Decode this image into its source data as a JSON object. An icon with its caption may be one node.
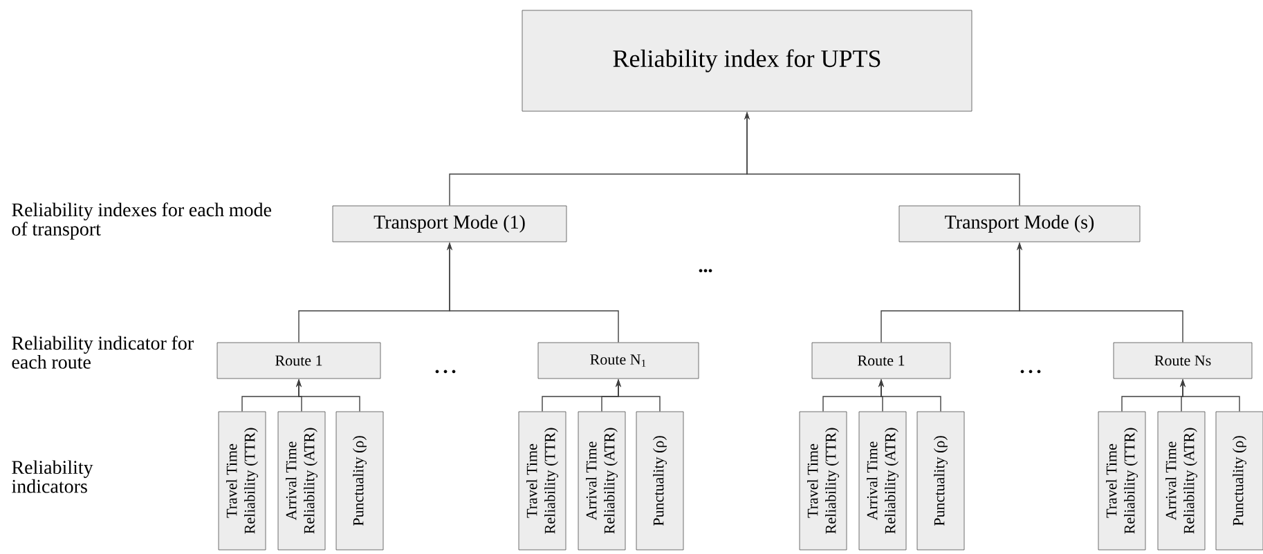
{
  "diagram": {
    "nodes": [
      {
        "text": [
          "Reliability index for UPTS"
        ]
      },
      {
        "text": [
          "Transport Mode (1)"
        ]
      },
      {
        "text": [
          "Route 1"
        ]
      },
      {
        "text": [
          "Travel Time Reliability (TTR)"
        ]
      },
      {
        "text": [
          "Arrival Time Reliability (ATR)"
        ]
      },
      {
        "text": [
          "Punctuality (ρ)"
        ]
      },
      {
        "text": [
          "Route N$_{1}$"
        ]
      },
      {
        "text": [
          "Travel Time Reliability (TTR)"
        ]
      },
      {
        "text": [
          "Arrival Time Reliability (ATR)"
        ]
      },
      {
        "text": [
          "Punctuality (ρ)"
        ]
      },
      {
        "text": [
          "Transport Mode (s)"
        ]
      },
      {
        "text": [
          "Route 1"
        ]
      },
      {
        "text": [
          "Travel Time Reliability (TTR)"
        ]
      },
      {
        "text": [
          "Arrival Time Reliability (ATR)"
        ]
      },
      {
        "text": [
          "Punctuality (ρ)"
        ]
      },
      {
        "text": [
          "Route Ns"
        ]
      },
      {
        "text": [
          "Travel Time Reliability (TTR)"
        ]
      },
      {
        "text": [
          "Arrival Time Reliability (ATR)"
        ]
      },
      {
        "text": [
          "Punctuality (ρ)"
        ]
      }
    ],
    "edges": [
      {
        "from": 1,
        "to": 0,
        "arrow": "to"
      },
      {
        "from": 10,
        "to": 0,
        "arrow": "to"
      },
      {
        "from": 2,
        "to": 1,
        "arrow": "to"
      },
      {
        "from": 6,
        "to": 1,
        "arrow": "to"
      },
      {
        "from": 11,
        "to": 10,
        "arrow": "to"
      },
      {
        "from": 15,
        "to": 10,
        "arrow": "to"
      },
      {
        "from": 3,
        "to": 2,
        "arrow": "to"
      },
      {
        "from": 4,
        "to": 2,
        "arrow": "to"
      },
      {
        "from": 5,
        "to": 2,
        "arrow": "to"
      },
      {
        "from": 7,
        "to": 6,
        "arrow": "to"
      },
      {
        "from": 8,
        "to": 6,
        "arrow": "to"
      },
      {
        "from": 9,
        "to": 6,
        "arrow": "to"
      },
      {
        "from": 12,
        "to": 11,
        "arrow": "to"
      },
      {
        "from": 13,
        "to": 11,
        "arrow": "to"
      },
      {
        "from": 14,
        "to": 11,
        "arrow": "to"
      },
      {
        "from": 16,
        "to": 15,
        "arrow": "to"
      },
      {
        "from": 17,
        "to": 15,
        "arrow": "to"
      },
      {
        "from": 18,
        "to": 15,
        "arrow": "to"
      }
    ],
    "labels": [
      "Reliability indexes for each mode of transport",
      "•••",
      "Reliability indicator for each route",
      "• • •",
      "• • •",
      "Reliability indicators"
    ]
  }
}
